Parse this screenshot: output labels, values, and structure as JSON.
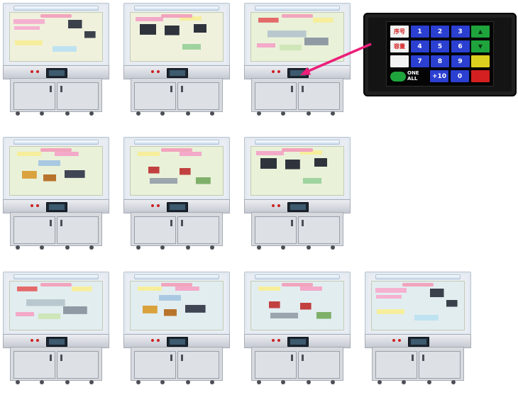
{
  "page": {
    "background": "#ffffff"
  },
  "stations": {
    "count": 10,
    "ids": [
      "station-1",
      "station-2",
      "station-3",
      "station-4",
      "station-5",
      "station-6",
      "station-7",
      "station-8",
      "station-9",
      "station-10"
    ]
  },
  "keypad": {
    "labels": {
      "index": "序号",
      "capacity": "容量",
      "one_all": "ONE ALL",
      "plus_ten": "+10",
      "zero": "0"
    },
    "digits": [
      "1",
      "2",
      "3",
      "4",
      "5",
      "6",
      "7",
      "8",
      "9"
    ],
    "arrows": {
      "up": "▲",
      "down": "▼"
    },
    "colors": {
      "digit_key": "#2b3fd1",
      "green_key": "#1fa33c",
      "yellow_key": "#ddcf1e",
      "red_key": "#d42020",
      "label_text": "#d42020",
      "bezel": "#141414"
    }
  },
  "arrow": {
    "color": "#ec1e79"
  }
}
